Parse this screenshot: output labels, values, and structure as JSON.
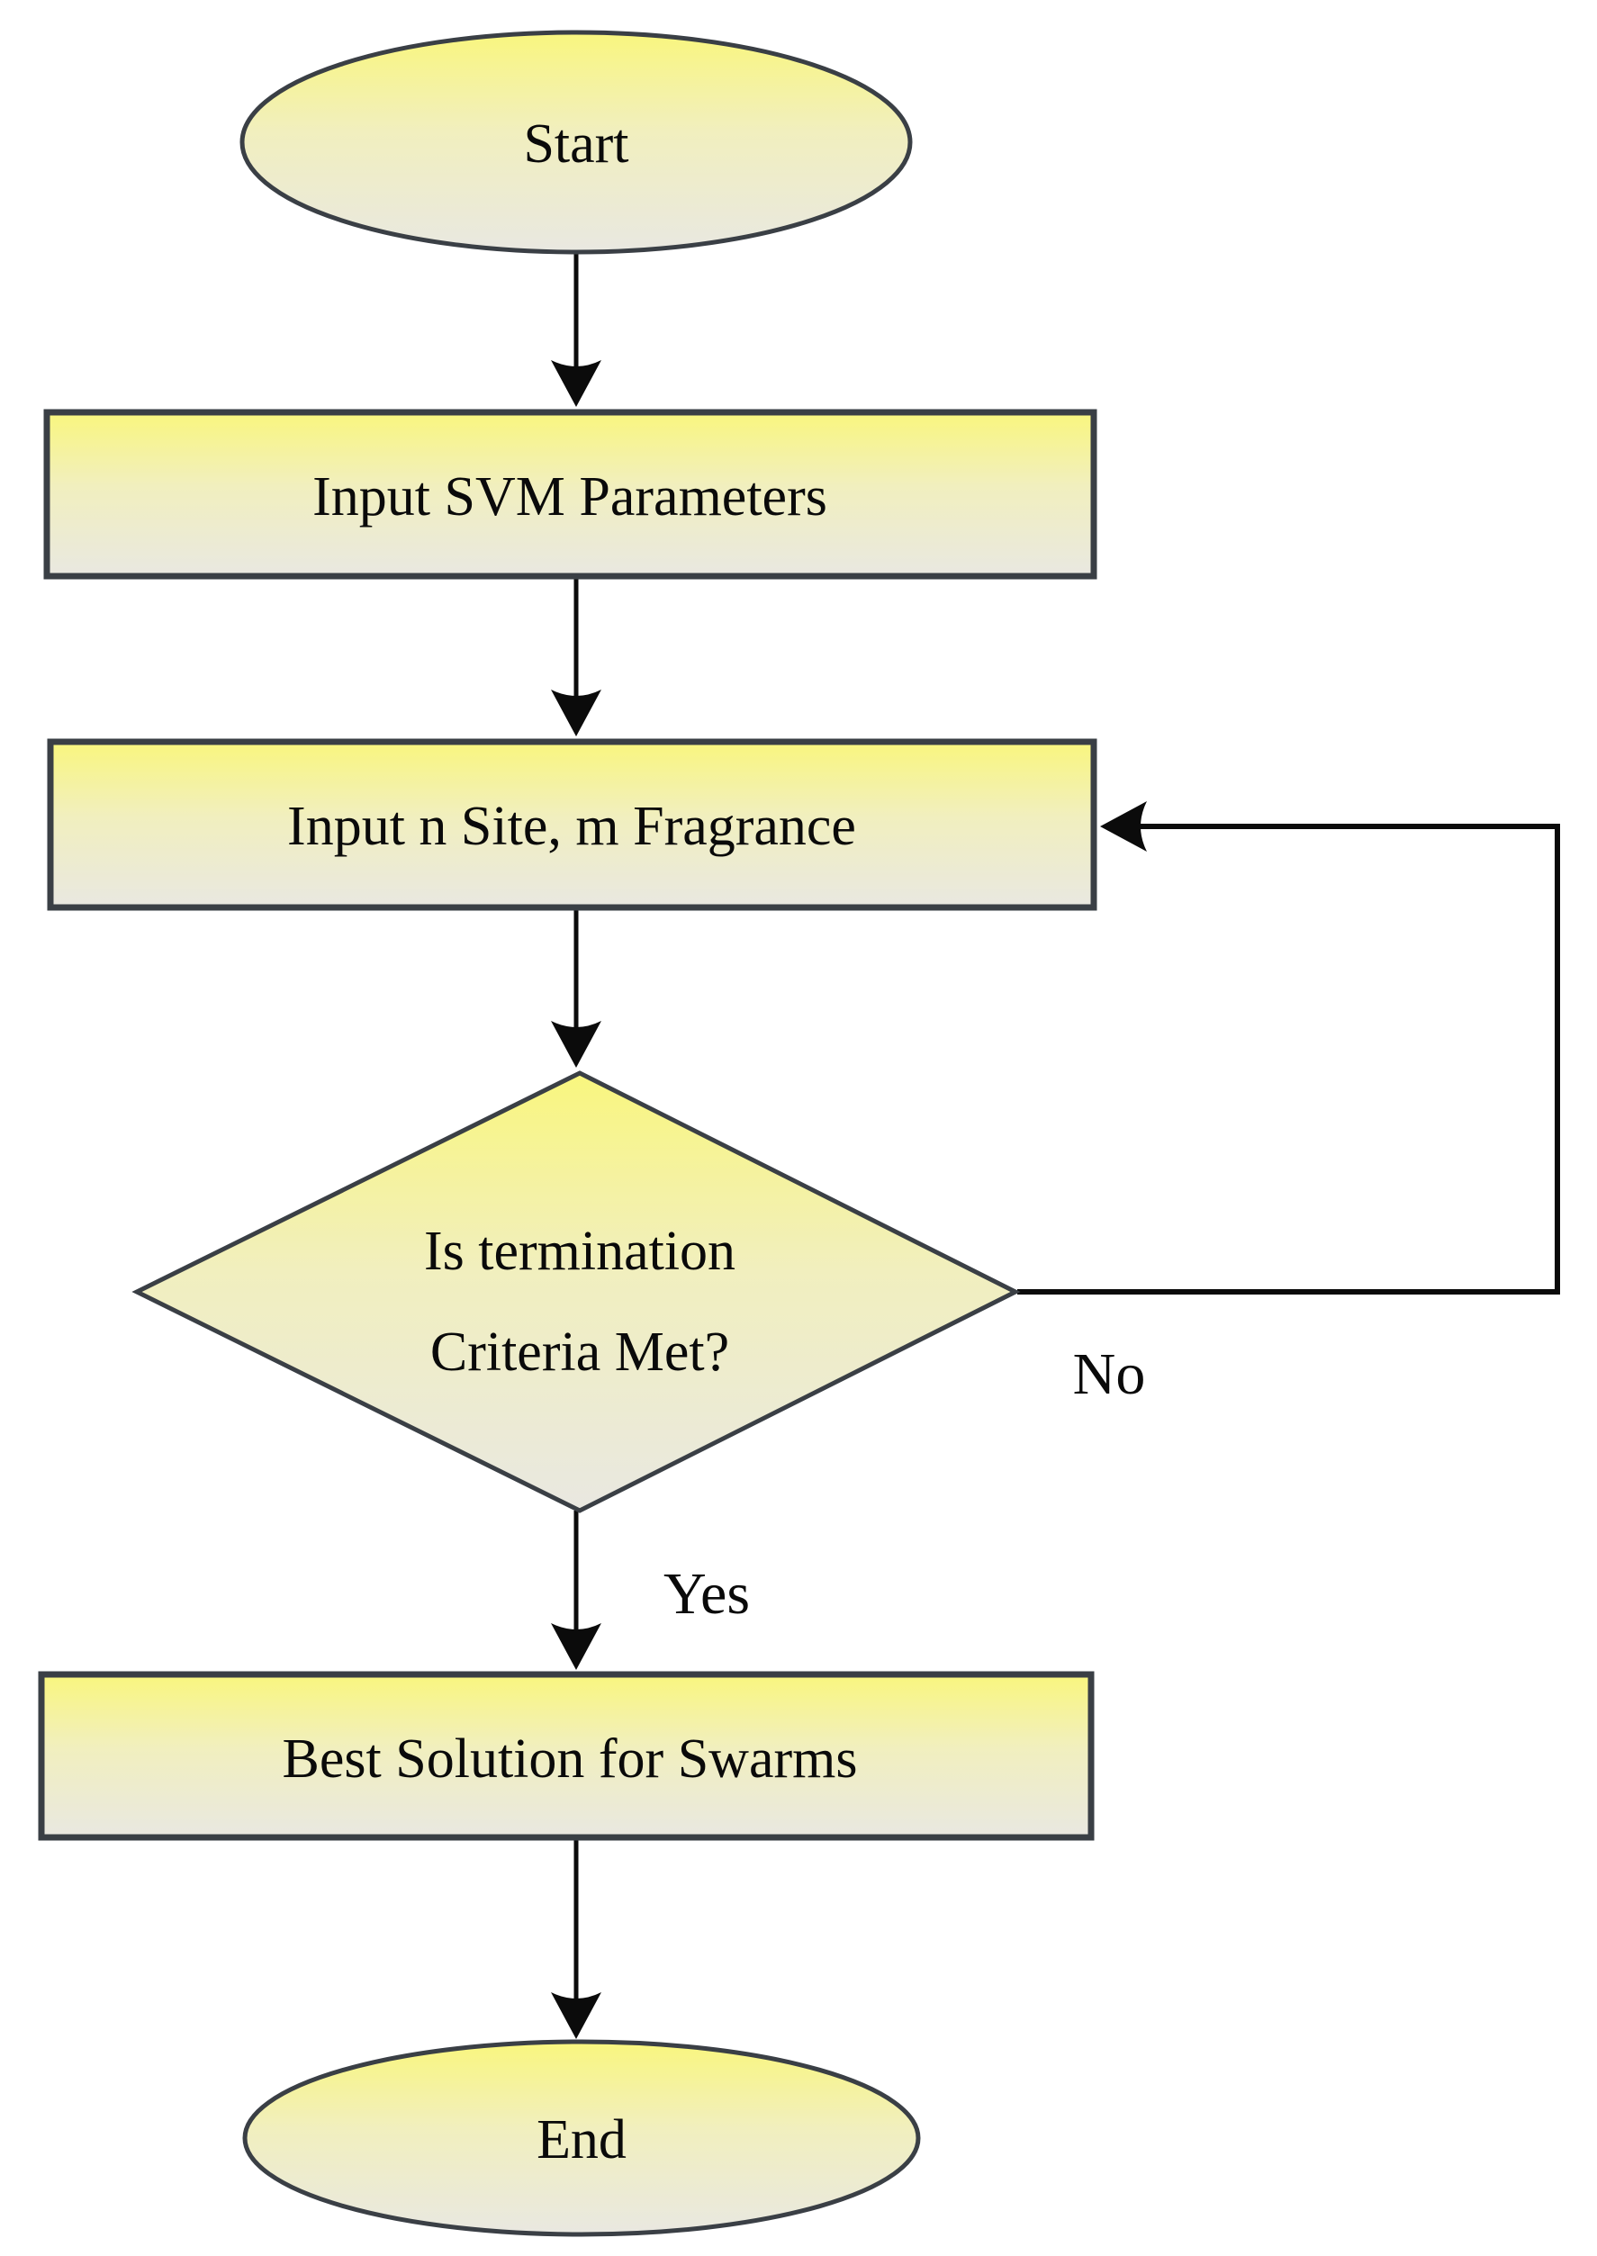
{
  "diagram_type": "flowchart",
  "nodes": {
    "start": {
      "type": "terminator",
      "label": "Start"
    },
    "input_svm": {
      "type": "process",
      "label": "Input SVM Parameters"
    },
    "input_site": {
      "type": "process",
      "label": "Input n Site, m Fragrance"
    },
    "decision": {
      "type": "decision",
      "label": "Is termination Criteria Met?",
      "label_line1": "Is termination",
      "label_line2": "Criteria Met?"
    },
    "best_solution": {
      "type": "process",
      "label": "Best Solution for Swarms"
    },
    "end": {
      "type": "terminator",
      "label": "End"
    }
  },
  "edges": [
    {
      "from": "start",
      "to": "input_svm",
      "label": ""
    },
    {
      "from": "input_svm",
      "to": "input_site",
      "label": ""
    },
    {
      "from": "input_site",
      "to": "decision",
      "label": ""
    },
    {
      "from": "decision",
      "to": "input_site",
      "label": "No"
    },
    {
      "from": "decision",
      "to": "best_solution",
      "label": "Yes"
    },
    {
      "from": "best_solution",
      "to": "end",
      "label": ""
    }
  ],
  "colors": {
    "shape_fill_top": "#f9f67e",
    "shape_fill_mid": "#f1efbe",
    "shape_fill_bottom": "#e9e8e1",
    "shape_border": "#3a3f45",
    "connector": "#0b0b0b",
    "text": "#0a0a0a",
    "background": "#ffffff"
  }
}
